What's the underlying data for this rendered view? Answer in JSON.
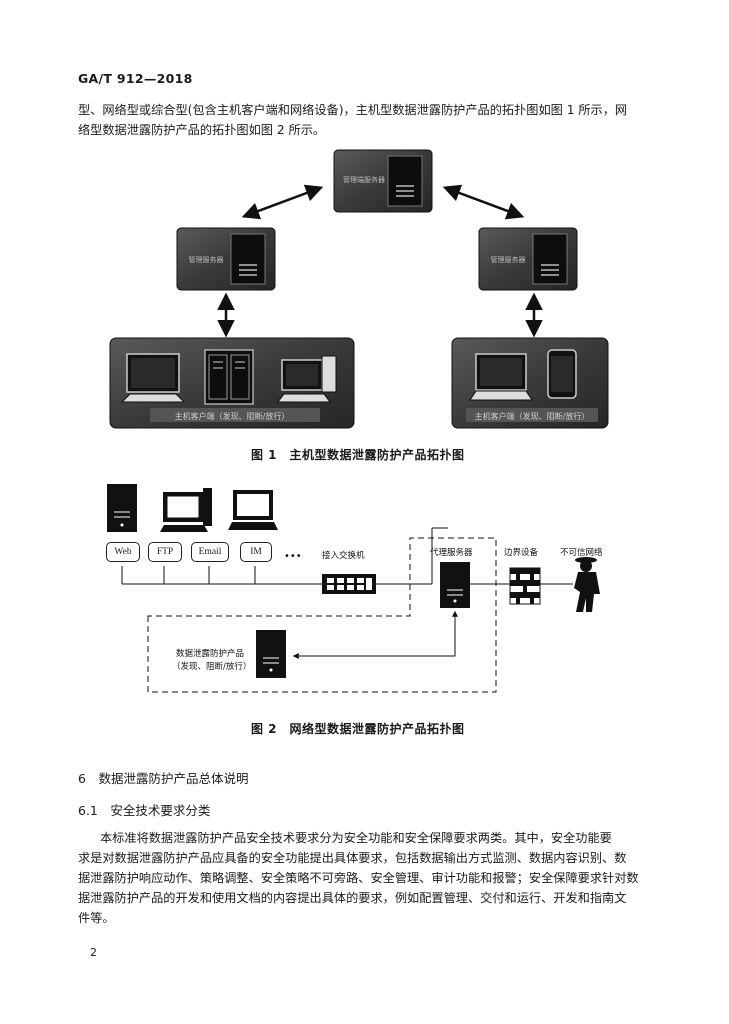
{
  "header": {
    "code": "GA/T 912—2018"
  },
  "intro": {
    "line1": "型、网络型或综合型(包含主机客户端和网络设备)，主机型数据泄露防护产品的拓扑图如图 1 所示，网",
    "line2": "络型数据泄露防护产品的拓扑图如图 2 所示。"
  },
  "figure1": {
    "caption": "图 1　主机型数据泄露防护产品拓扑图",
    "top_node_label": "管理端服务器",
    "left_node_label": "管理服务器",
    "right_node_label": "管理服务器",
    "left_group_label": "主机客户端（发现、阻断/放行）",
    "right_group_label": "主机客户端（发现、阻断/放行）"
  },
  "figure2": {
    "caption": "图 2　网络型数据泄露防护产品拓扑图",
    "protocols": [
      "Web",
      "FTP",
      "Email",
      "IM"
    ],
    "ellipsis": "•••",
    "switch_label": "接入交换机",
    "proxy_label": "代理服务器",
    "border_label": "边界设备",
    "untrusted_label": "不可信网络",
    "product_label_1": "数据泄露防护产品",
    "product_label_2": "（发现、阻断/放行）"
  },
  "section6": {
    "title": "6　数据泄露防护产品总体说明",
    "sub_title": "6.1　安全技术要求分类",
    "body": [
      "本标准将数据泄露防护产品安全技术要求分为安全功能和安全保障要求两类。其中，安全功能要",
      "求是对数据泄露防护产品应具备的安全功能提出具体要求，包括数据输出方式监测、数据内容识别、数",
      "据泄露防护响应动作、策略调整、安全策略不可旁路、安全管理、审计功能和报警；安全保障要求针对数",
      "据泄露防护产品的开发和使用文档的内容提出具体的要求，例如配置管理、交付和运行、开发和指南文",
      "件等。"
    ]
  },
  "footer": {
    "page_number": "2"
  }
}
